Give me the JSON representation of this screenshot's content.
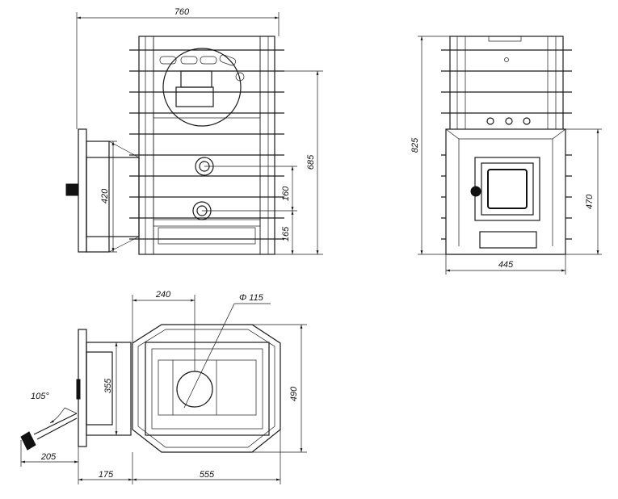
{
  "dimensions": {
    "side_width": "760",
    "side_height": "685",
    "side_tunnel": "420",
    "side_pipe_gap": "160",
    "side_pipe_low": "165",
    "front_height": "825",
    "front_door": "470",
    "front_width": "445",
    "top_240": "240",
    "top_diameter": "Φ 115",
    "top_355": "355",
    "top_depth": "490",
    "top_angle": "105°",
    "top_205": "205",
    "top_175": "175",
    "top_555": "555"
  },
  "colors": {
    "line": "#1a1a1a",
    "background": "#ffffff"
  }
}
